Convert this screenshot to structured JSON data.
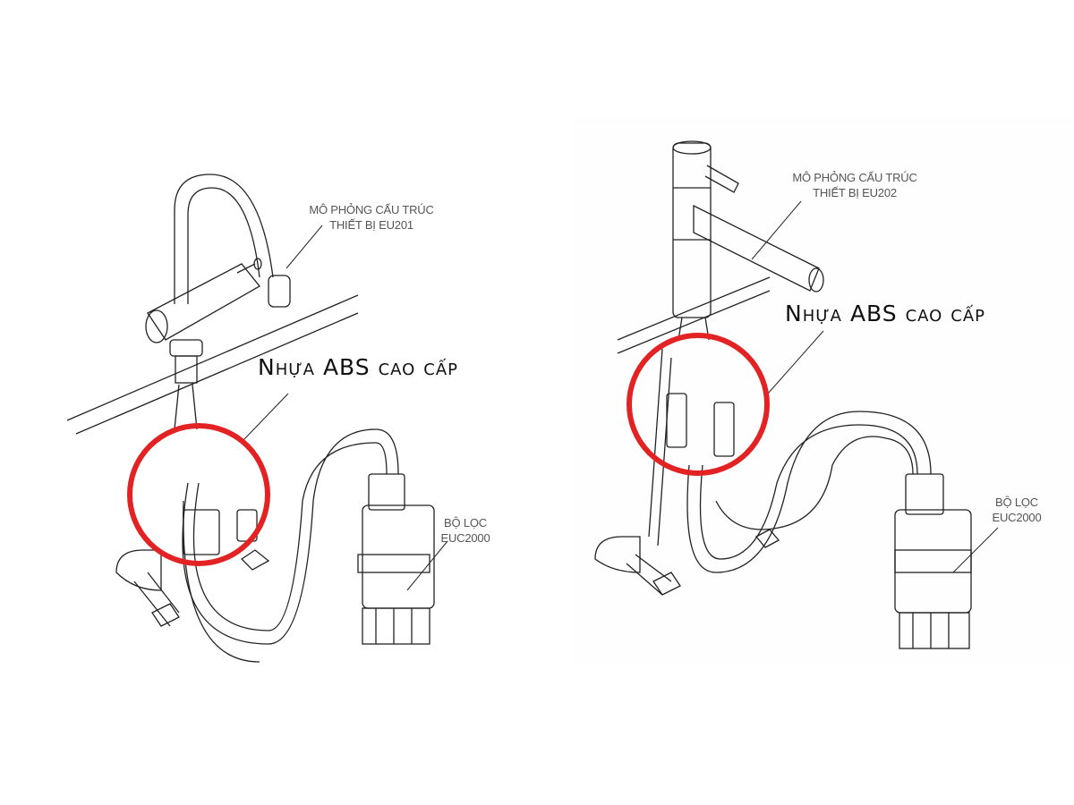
{
  "left_diagram": {
    "device_label_line1": "MÔ PHỎNG CẤU TRÚC",
    "device_label_line2": "THIẾT BỊ EU201",
    "material_callout": "Nhựa ABS cao cấp",
    "filter_label_line1": "BỘ LỌC",
    "filter_label_line2": "EUC2000"
  },
  "right_diagram": {
    "device_label_line1": "MÔ PHỎNG CẤU TRÚC",
    "device_label_line2": "THIẾT BỊ EU202",
    "material_callout": "Nhựa ABS cao cấp",
    "filter_label_line1": "BỘ LỌC",
    "filter_label_line2": "EUC2000"
  },
  "colors": {
    "highlight_circle": "#e32224",
    "line_art": "#222222"
  }
}
